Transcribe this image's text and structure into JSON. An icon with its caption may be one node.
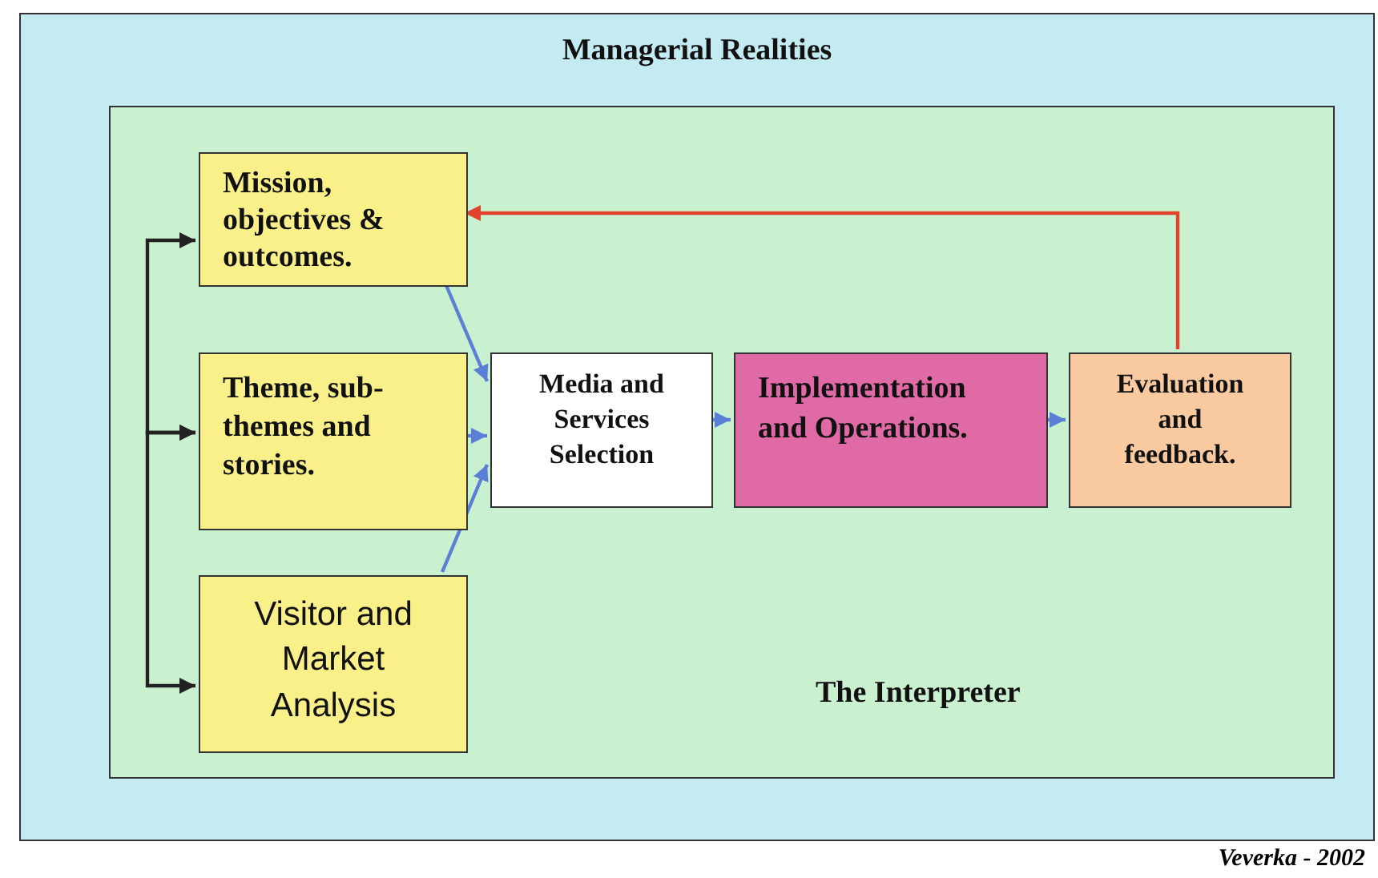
{
  "diagram": {
    "nodes": [
      {
        "text": [
          "Managerial Realities"
        ]
      },
      {
        "text": [
          "The Interpreter"
        ],
        "in": 0
      },
      {
        "text": [
          "Mission, objectives & outcomes."
        ],
        "in": 1
      },
      {
        "text": [
          "Theme, sub-themes and stories."
        ],
        "in": 1
      },
      {
        "text": [
          "Visitor and Market Analysis"
        ],
        "in": 1
      },
      {
        "text": [
          "Media and Services Selection"
        ],
        "in": 1
      },
      {
        "text": [
          "Implementation and Operations."
        ],
        "in": 1
      },
      {
        "text": [
          "Evaluation and feedback."
        ],
        "in": 1
      }
    ],
    "edges": [
      {
        "from": 2,
        "to": 5,
        "arrow": "to"
      },
      {
        "from": 3,
        "to": 5,
        "arrow": "to"
      },
      {
        "from": 4,
        "to": 5,
        "arrow": "to"
      },
      {
        "from": 5,
        "to": 6,
        "arrow": "to"
      },
      {
        "from": 6,
        "to": 7,
        "arrow": "to"
      },
      {
        "from": 7,
        "to": 2,
        "arrow": "to",
        "color": "#e0442c"
      },
      {
        "from": 2,
        "to": 3,
        "arrow": "both",
        "color": "#222222"
      },
      {
        "from": 3,
        "to": 4,
        "arrow": "both",
        "color": "#222222"
      }
    ],
    "labels": [
      "Veverka - 2002"
    ]
  }
}
